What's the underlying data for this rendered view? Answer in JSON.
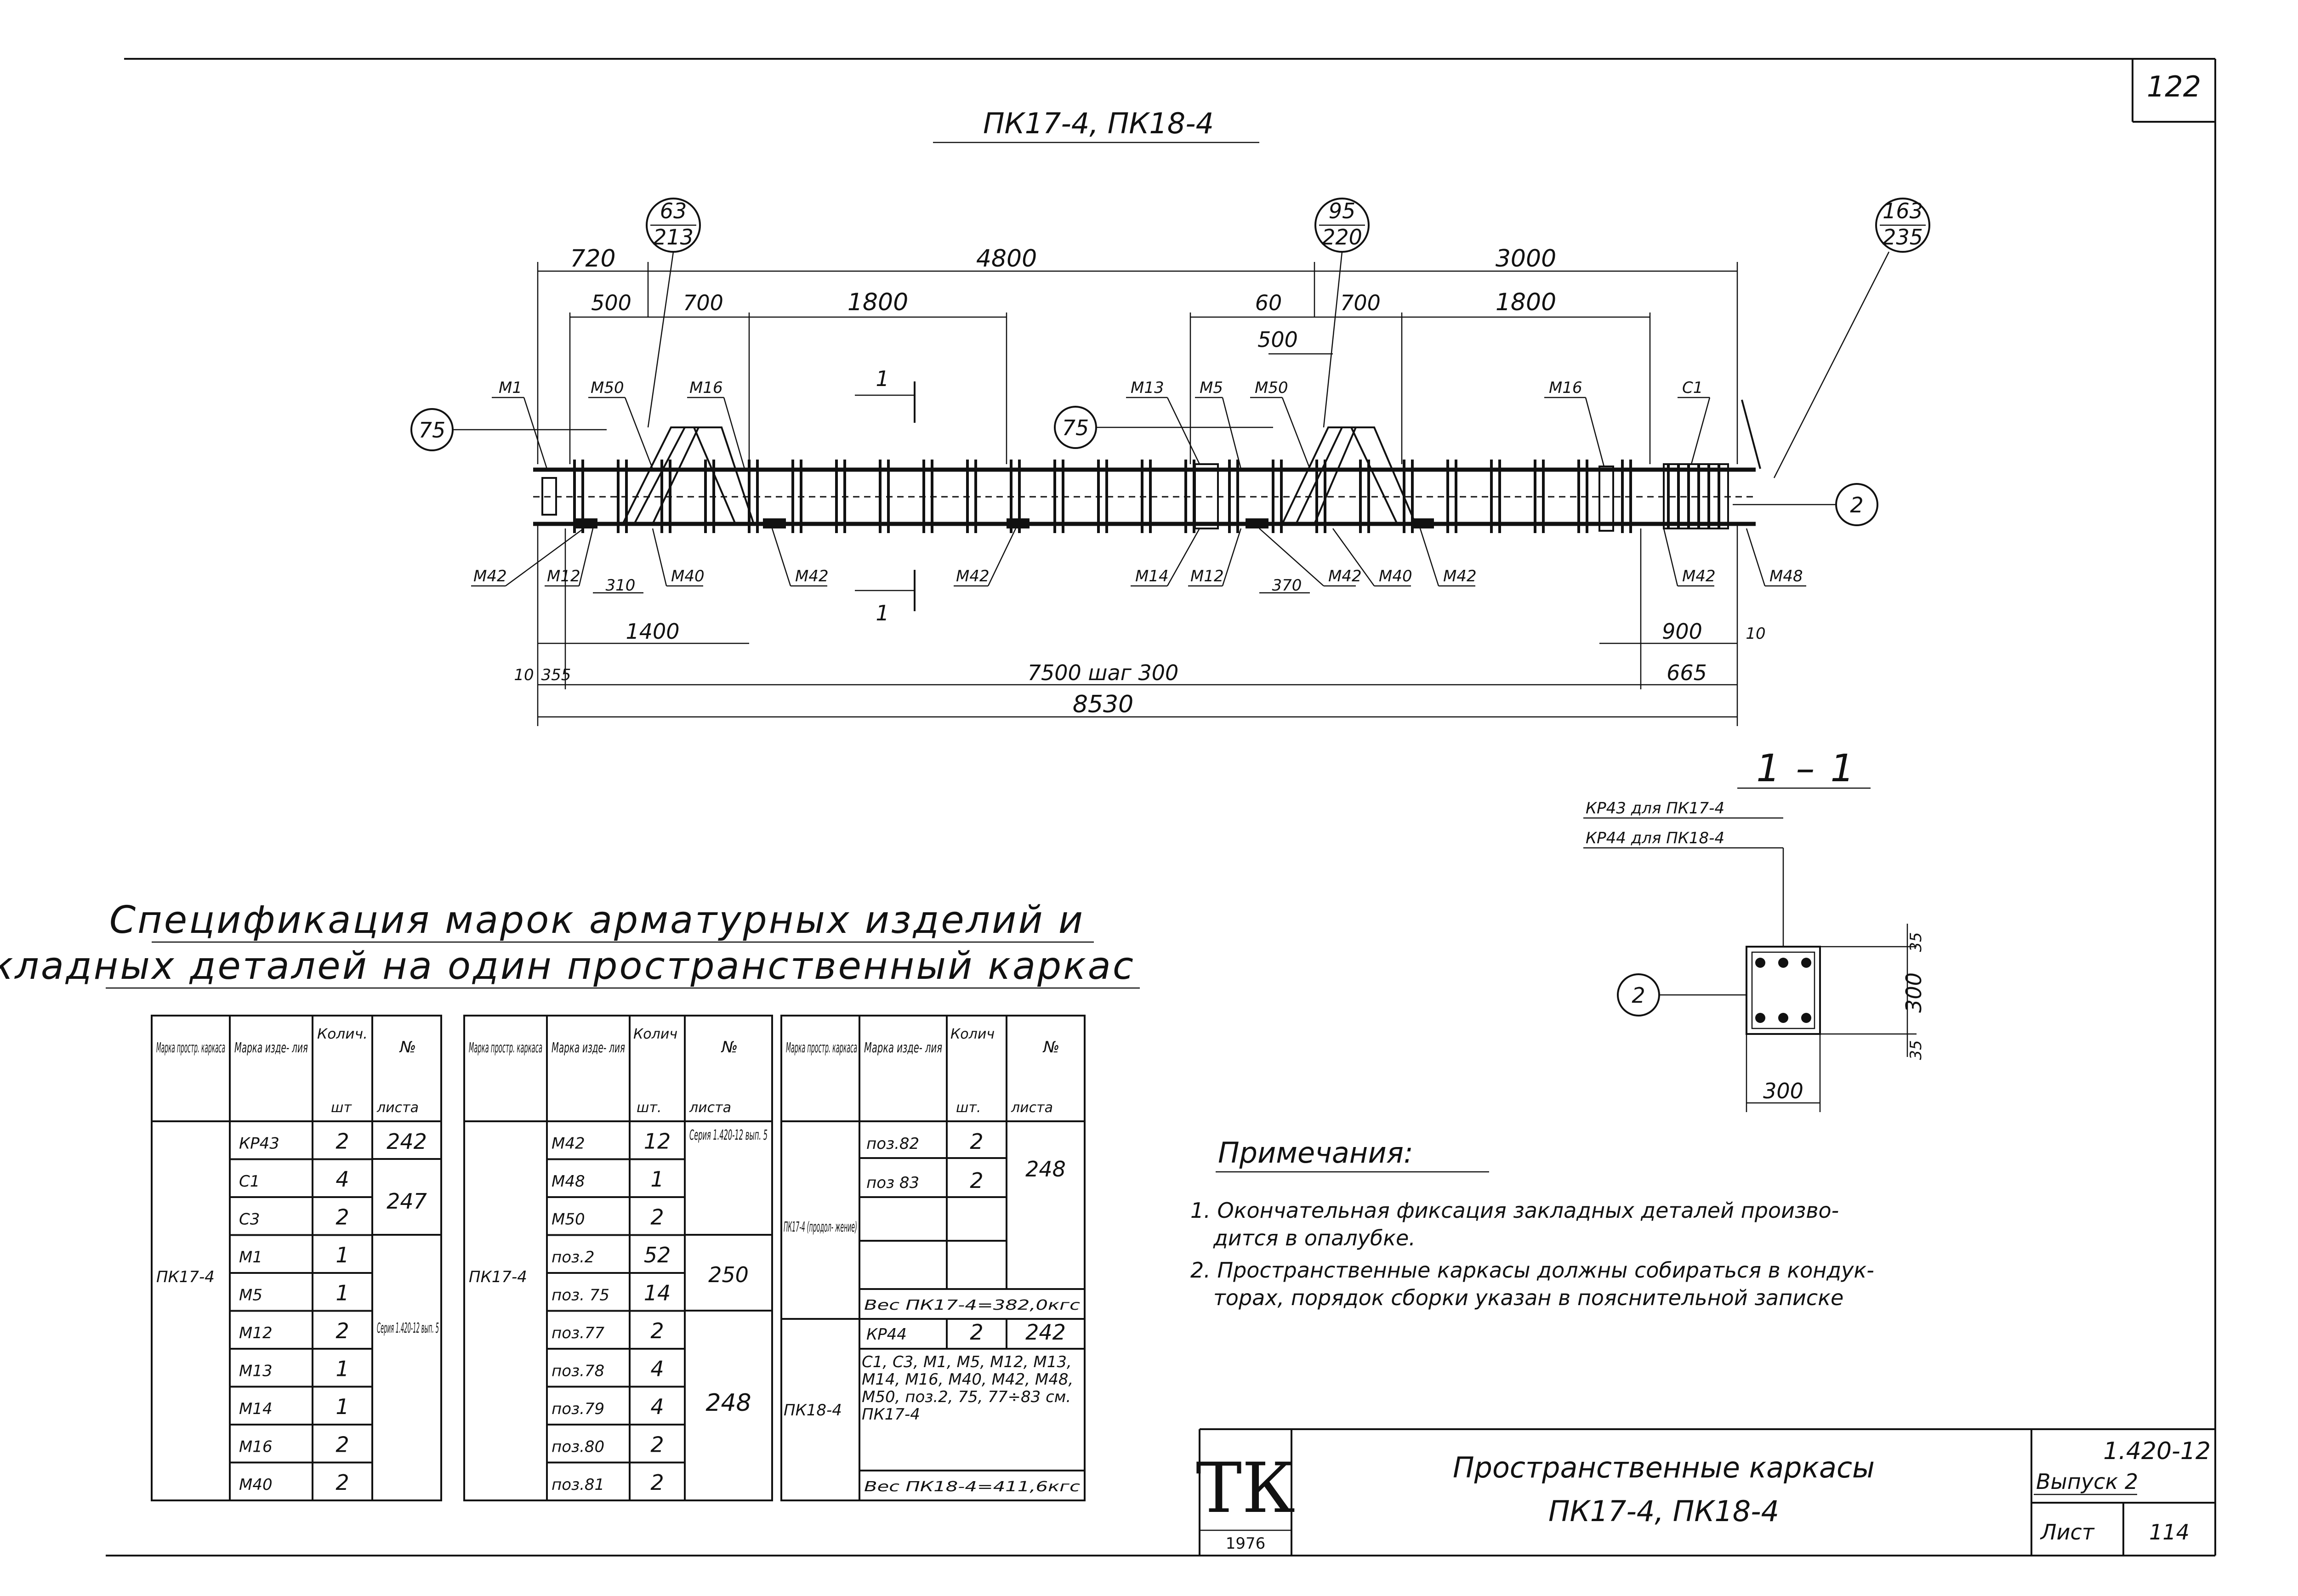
{
  "sheet": {
    "page_number": "122",
    "drawing_title": "ПК17-4, ПК18-4",
    "stamp_year": "1976",
    "stamp_logo": "ТК"
  },
  "elevation": {
    "callouts": [
      {
        "top": "63",
        "bottom": "213"
      },
      {
        "top": "95",
        "bottom": "220"
      },
      {
        "top": "163",
        "bottom": "235"
      }
    ],
    "circle_75": "75",
    "circle_2": "2",
    "dims_top": {
      "d720": "720",
      "d4800": "4800",
      "d3000": "3000",
      "d500a": "500",
      "d700a": "700",
      "d1800a": "1800",
      "d60": "60",
      "d700b": "700",
      "d1800b": "1800",
      "d500b": "500"
    },
    "dims_bottom": {
      "d310": "310",
      "d1400": "1400",
      "d370": "370",
      "d900": "900",
      "d10a": "10",
      "d10b": "10",
      "d355": "355",
      "d7500": "7500 шаг 300",
      "d665": "665",
      "d8530": "8530"
    },
    "labels_top": {
      "m1": "M1",
      "m50a": "M50",
      "m16a": "M16",
      "m13": "M13",
      "m5": "M5",
      "m50b": "M50",
      "m16b": "M16",
      "c1": "C1"
    },
    "labels_bottom": {
      "m42a": "M42",
      "m12a": "M12",
      "m40a": "M40",
      "m42b": "M42",
      "m42c": "M42",
      "m14": "M14",
      "m12b": "M12",
      "m42d": "M42",
      "m40b": "M40",
      "m42e": "M42",
      "m42f": "M42",
      "m48": "M48"
    },
    "section_mark": "1"
  },
  "section": {
    "title": "1 – 1",
    "note1": "КР43 для ПК17-4",
    "note2": "КР44 для ПК18-4",
    "dim35a": "35",
    "dim300v": "300",
    "dim35b": "35",
    "dim300h": "300",
    "circle_2": "2"
  },
  "spec": {
    "title_line1": "Спецификация марок арматурных изделий и",
    "title_line2": "закладных деталей на один пространственный каркас",
    "headers": {
      "h1": "Марка простр. каркаса",
      "h2": "Марка изде- лия",
      "h3a": "Колич.",
      "h3b": "шт",
      "h4a": "№",
      "h4b": "листа"
    },
    "headers_short": {
      "h2b": "Колич",
      "h3c": "шт."
    },
    "t1": {
      "frame": "ПК17-4",
      "items": [
        {
          "mark": "КР43",
          "qty": "2"
        },
        {
          "mark": "C1",
          "qty": "4"
        },
        {
          "mark": "C3",
          "qty": "2"
        },
        {
          "mark": "M1",
          "qty": "1"
        },
        {
          "mark": "M5",
          "qty": "1"
        },
        {
          "mark": "M12",
          "qty": "2"
        },
        {
          "mark": "M13",
          "qty": "1"
        },
        {
          "mark": "M14",
          "qty": "1"
        },
        {
          "mark": "M16",
          "qty": "2"
        },
        {
          "mark": "M40",
          "qty": "2"
        }
      ],
      "sheet_242": "242",
      "sheet_247": "247",
      "series": "Серия 1.420-12 вып. 5"
    },
    "t2": {
      "frame": "ПК17-4",
      "items": [
        {
          "mark": "M42",
          "qty": "12"
        },
        {
          "mark": "M48",
          "qty": "1"
        },
        {
          "mark": "M50",
          "qty": "2"
        },
        {
          "mark": "поз.2",
          "qty": "52"
        },
        {
          "mark": "поз. 75",
          "qty": "14"
        },
        {
          "mark": "поз.77",
          "qty": "2"
        },
        {
          "mark": "поз.78",
          "qty": "4"
        },
        {
          "mark": "поз.79",
          "qty": "4"
        },
        {
          "mark": "поз.80",
          "qty": "2"
        },
        {
          "mark": "поз.81",
          "qty": "2"
        }
      ],
      "series": "Серия 1.420-12 вып. 5",
      "sheet_250": "250",
      "sheet_248": "248"
    },
    "t3": {
      "frame1": "ПК17-4 (продол- жение)",
      "items1": [
        {
          "mark": "поз.82",
          "qty": "2"
        },
        {
          "mark": "поз 83",
          "qty": "2"
        }
      ],
      "sheet_248": "248",
      "weight1": "Вес ПК17-4=382,0кгс",
      "frame2": "ПК18-4",
      "kr44": "КР44",
      "kr44_qty": "2",
      "kr44_sheet": "242",
      "list": "С1, С3, М1, М5, М12, М13, М14, М16, М40, М42, М48, М50, поз.2, 75, 77÷83 см. ПК17-4",
      "weight2": "Вес ПК18-4=411,6кгс"
    }
  },
  "notes": {
    "title": "Примечания:",
    "n1a": "1. Окончательная фиксация закладных деталей произво-",
    "n1b": "дится в опалубке.",
    "n2a": "2. Пространственные каркасы должны собираться в кондук-",
    "n2b": "торах, порядок сборки указан в пояснительной записке"
  },
  "titleblock": {
    "name_line1": "Пространственные каркасы",
    "name_line2": "ПК17-4, ПК18-4",
    "series": "1.420-12",
    "issue": "Выпуск 2",
    "sheet_label": "Лист",
    "sheet_no": "114"
  }
}
